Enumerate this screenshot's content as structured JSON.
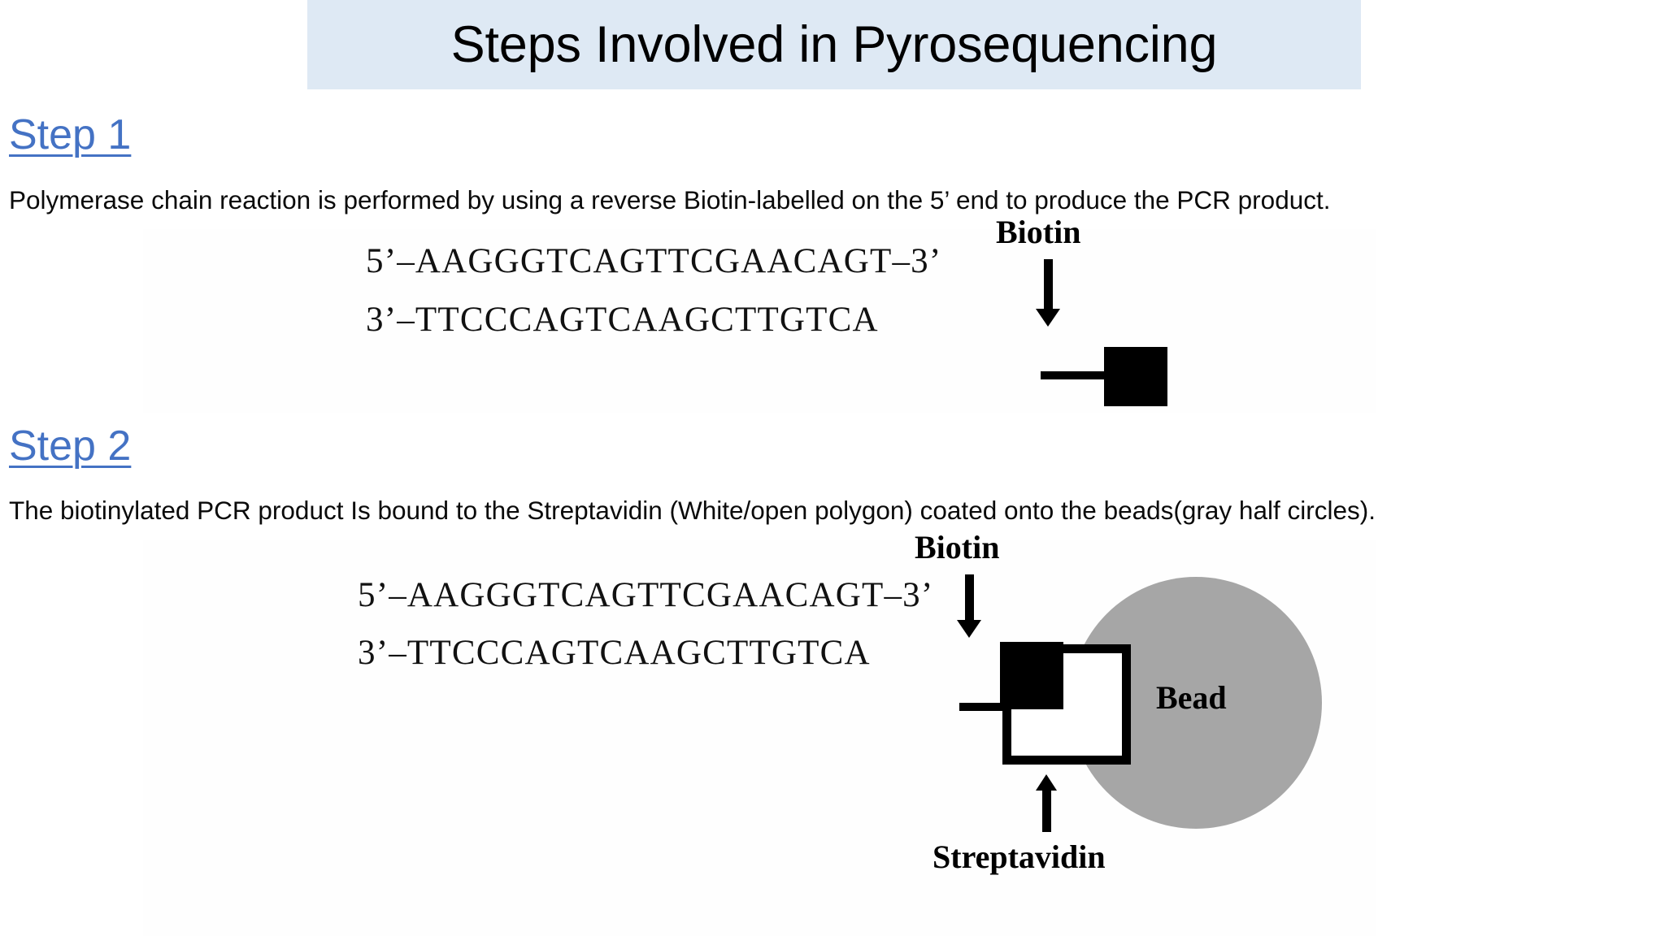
{
  "slide": {
    "title": "Steps Involved in Pyrosequencing",
    "title_band_color": "#dee9f4",
    "background_color": "#ffffff"
  },
  "theme": {
    "link_color": "#4472c4",
    "text_color": "#0a0a0a",
    "bead_gray": "#a6a6a6",
    "biotin_black": "#000000"
  },
  "steps": [
    {
      "heading": "Step 1",
      "body": "Polymerase chain reaction is performed by using a reverse Biotin-labelled on the 5’ end to produce the PCR product.",
      "figure": {
        "name": "pcr-product-with-biotin",
        "top_strand": "5’–AAGGGTCAGTTCGAACAGT–3’",
        "bottom_strand": "3’–TTCCCAGTCAAGCTTGTCA",
        "labels": [
          {
            "text": "Biotin",
            "points_to": "black-square"
          }
        ],
        "shapes": [
          "black-filled-square",
          "down-arrow",
          "strand-connector-line"
        ]
      }
    },
    {
      "heading": "Step 2",
      "body": "The biotinylated PCR product Is bound to the Streptavidin (White/open polygon) coated onto the beads(gray half circles).",
      "figure": {
        "name": "pcr-product-bound-to-streptavidin-bead",
        "top_strand": "5’–AAGGGTCAGTTCGAACAGT–3’",
        "bottom_strand": "3’–TTCCCAGTCAAGCTTGTCA",
        "labels": [
          {
            "text": "Biotin",
            "points_to": "black-square"
          },
          {
            "text": "Streptavidin",
            "points_to": "open-square"
          },
          {
            "text": "Bead",
            "points_to": "gray-half-circle"
          }
        ],
        "shapes": [
          "black-filled-square",
          "open-white-square",
          "gray-linker-bar",
          "gray-half-circle",
          "down-arrow",
          "up-arrow",
          "strand-connector-line"
        ]
      }
    }
  ]
}
